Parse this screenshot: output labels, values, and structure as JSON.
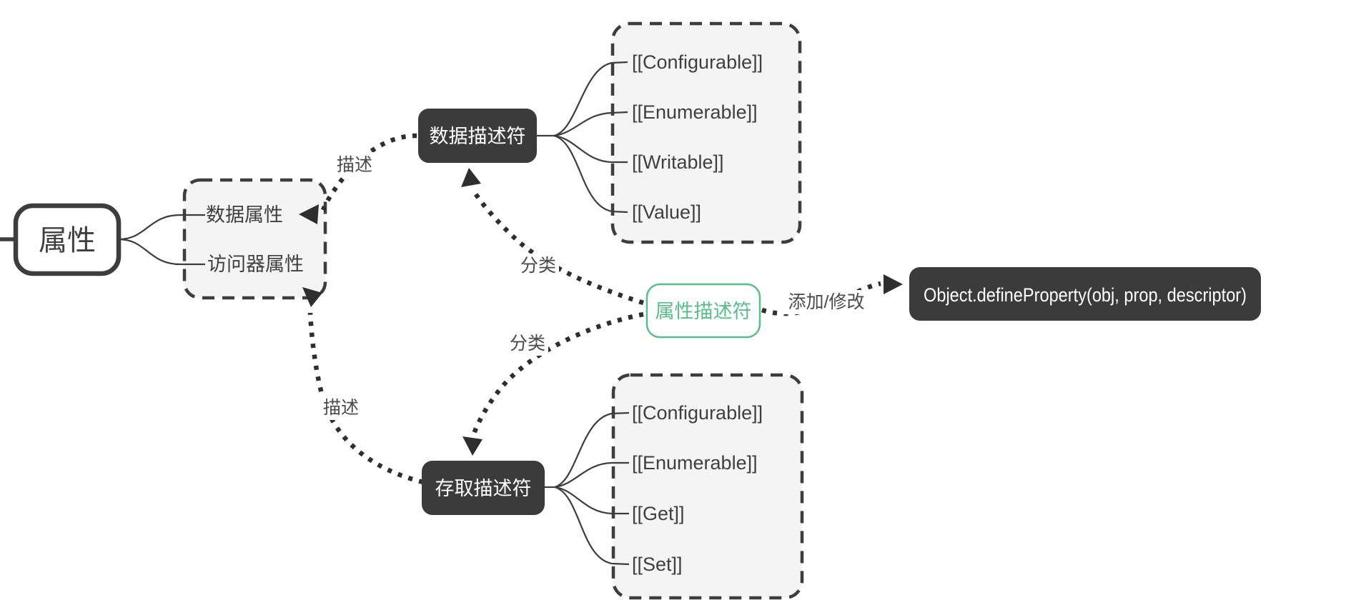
{
  "root": {
    "label": "属性"
  },
  "property_types": {
    "items": [
      "数据属性",
      "访问器属性"
    ]
  },
  "data_descriptor": {
    "label": "数据描述符",
    "attributes": [
      "[[Configurable]]",
      "[[Enumerable]]",
      "[[Writable]]",
      "[[Value]]"
    ]
  },
  "accessor_descriptor": {
    "label": "存取描述符",
    "attributes": [
      "[[Configurable]]",
      "[[Enumerable]]",
      "[[Get]]",
      "[[Set]]"
    ]
  },
  "property_descriptor": {
    "label": "属性描述符"
  },
  "define_property": {
    "label": "Object.defineProperty(obj, prop, descriptor)"
  },
  "edge_labels": {
    "describe_top": "描述",
    "describe_bottom": "描述",
    "classify_top": "分类",
    "classify_bottom": "分类",
    "add_modify": "添加/修改"
  },
  "colors": {
    "node_dark": "#3b3b3b",
    "accent_green": "#57be89",
    "box_fill": "#f4f4f4",
    "line": "#3d3d3d",
    "dotted": "#2e2e2e",
    "label_text": "#4a4a4a",
    "text_main": "#3f3f3f"
  }
}
